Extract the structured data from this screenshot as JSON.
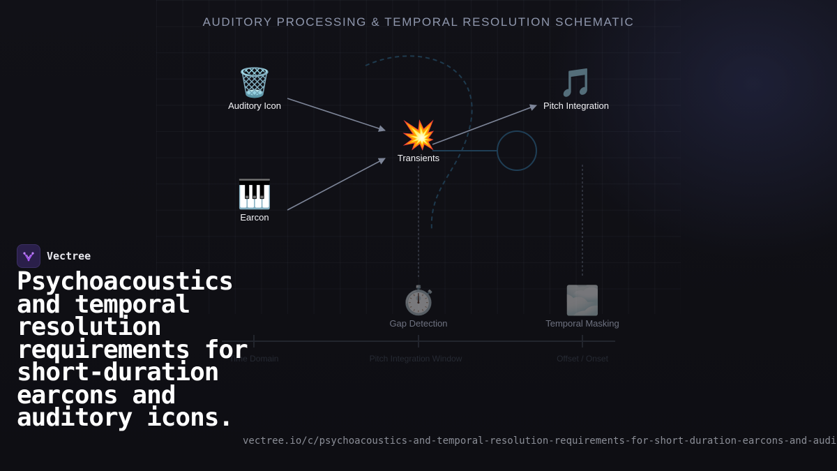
{
  "schematic_title": "AUDITORY PROCESSING & TEMPORAL RESOLUTION SCHEMATIC",
  "nodes": {
    "auditory_icon": {
      "icon": "wastebasket-emoji",
      "glyph": "🗑️",
      "label": "Auditory Icon"
    },
    "earcon": {
      "icon": "piano-keys-emoji",
      "glyph": "🎹",
      "label": "Earcon"
    },
    "transients": {
      "icon": "collision-emoji",
      "glyph": "💥",
      "label": "Transients"
    },
    "pitch_integration": {
      "icon": "musical-note-emoji",
      "glyph": "🎵",
      "label": "Pitch Integration"
    },
    "gap_detection": {
      "icon": "stopwatch-emoji",
      "glyph": "⏱️",
      "label": "Gap Detection"
    },
    "temporal_masking": {
      "icon": "fog-emoji",
      "glyph": "🌫️",
      "label": "Temporal Masking"
    }
  },
  "timeline_labels": [
    "Time Domain",
    "Pitch Integration Window",
    "Offset / Onset"
  ],
  "brand": {
    "name": "Vectree",
    "accent": "#a855f7"
  },
  "headline": "Psychoacoustics and temporal resolution requirements for short-duration earcons and auditory icons.",
  "url": "vectree.io/c/psychoacoustics-and-temporal-resolution-requirements-for-short-duration-earcons-and-auditory-icons"
}
